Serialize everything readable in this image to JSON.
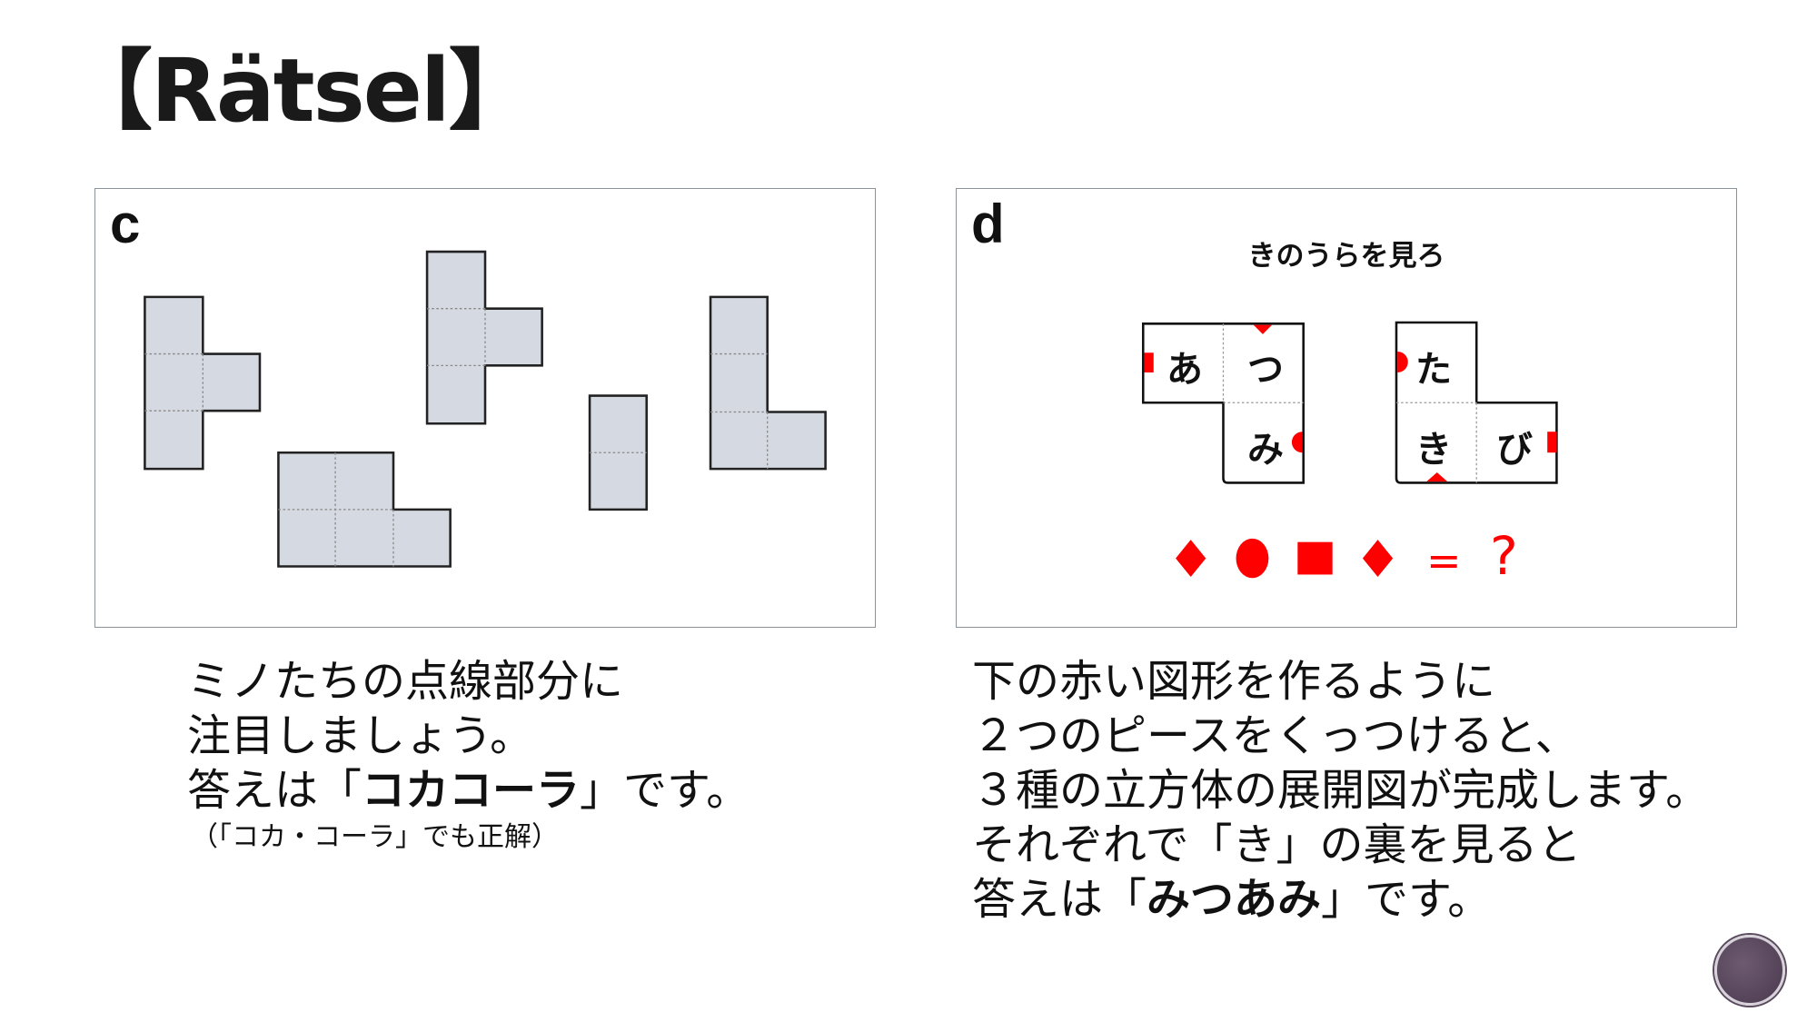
{
  "title": "【Rätsel】",
  "panel_c": {
    "label": "c"
  },
  "panel_d": {
    "label": "d",
    "heading": "きのうらを見ろ",
    "piece1": [
      "あ",
      "つ",
      "み"
    ],
    "piece2": [
      "た",
      "き",
      "び"
    ],
    "equation": {
      "equals": "=",
      "question": "?"
    },
    "accent_color": "#ff0000"
  },
  "text_c": {
    "line1": "ミノたちの点線部分に",
    "line2": "注目しましょう。",
    "line3_pre": "答えは「",
    "line3_bold": "コカコーラ",
    "line3_post": "」です。",
    "note": "（「コカ・コーラ」でも正解）"
  },
  "text_d": {
    "line1": "下の赤い図形を作るように",
    "line2": "２つのピースをくっつけると、",
    "line3": "３種の立方体の展開図が完成します。",
    "line4": "それぞれで「き」の裏を見ると",
    "line5_pre": "答えは「",
    "line5_bold": "みつあみ",
    "line5_post": "」です。"
  }
}
